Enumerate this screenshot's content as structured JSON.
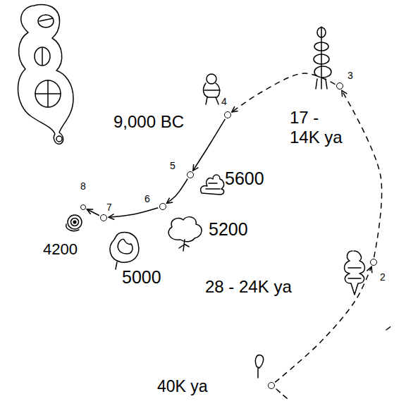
{
  "diagram": {
    "nodes": [
      {
        "text": [
          "40K ya"
        ]
      },
      {
        "text": [
          "2",
          "28 - 24K ya"
        ]
      },
      {
        "text": [
          "3",
          "17 - 14K ya"
        ]
      },
      {
        "text": [
          "4",
          "9,000 BC"
        ]
      },
      {
        "text": [
          "5",
          "5600"
        ]
      },
      {
        "text": [
          "6",
          "5200"
        ]
      },
      {
        "text": [
          "7",
          "5000"
        ]
      },
      {
        "text": [
          "8",
          "4200"
        ]
      }
    ],
    "edges": [
      {
        "from": 0,
        "to": 1,
        "arrow": "to"
      },
      {
        "from": 1,
        "to": 2,
        "arrow": "to"
      },
      {
        "from": 2,
        "to": 3,
        "arrow": "to"
      },
      {
        "from": 3,
        "to": 4,
        "arrow": "to"
      },
      {
        "from": 4,
        "to": 5,
        "arrow": "to"
      },
      {
        "from": 5,
        "to": 6,
        "arrow": "to"
      },
      {
        "from": 6,
        "to": 7,
        "arrow": "to"
      }
    ]
  }
}
